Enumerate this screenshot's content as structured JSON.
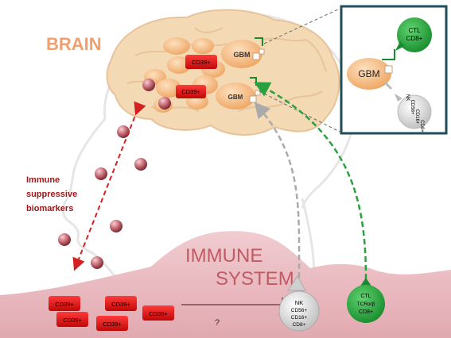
{
  "labels": {
    "brain": "BRAIN",
    "immune_line1": "IMMUNE",
    "immune_line2": "SYSTEM",
    "immune_suppressive": [
      "Immune",
      "suppressive",
      "biomarkers"
    ],
    "question": "?"
  },
  "brain_cells": {
    "gbm_top": "GBM",
    "gbm_bottom": "GBM",
    "cd39_top": "CD39+",
    "cd39_mid": "CD39+"
  },
  "inset": {
    "gbm": "GBM",
    "ctl": [
      "CTL",
      "CD8+"
    ],
    "nk": [
      "NK",
      "CD56+",
      "CD16+",
      "CD8+"
    ]
  },
  "periphery": {
    "cd39_tags": [
      "CD39+",
      "CD39+",
      "CD39+",
      "CD39+",
      "CD39+"
    ],
    "nk_cell": [
      "NK",
      "CD56+",
      "CD16+",
      "CD8+"
    ],
    "ctl_cell": [
      "CTL",
      "TCRα/β",
      "CD8+"
    ]
  },
  "colors": {
    "brain_fill": "#f4d9b5",
    "gbm": "#f5b06e",
    "cd39_red": "#e01010",
    "ctl_green": "#22a83a",
    "nk_grey": "#d6d6d6",
    "immune_bg": "#e8c0c4",
    "immune_text": "#c25a64",
    "dashed_red": "#d42020",
    "dashed_green": "#2aa040",
    "dashed_grey": "#aaaaaa",
    "inset_border": "#1f4e5a"
  }
}
